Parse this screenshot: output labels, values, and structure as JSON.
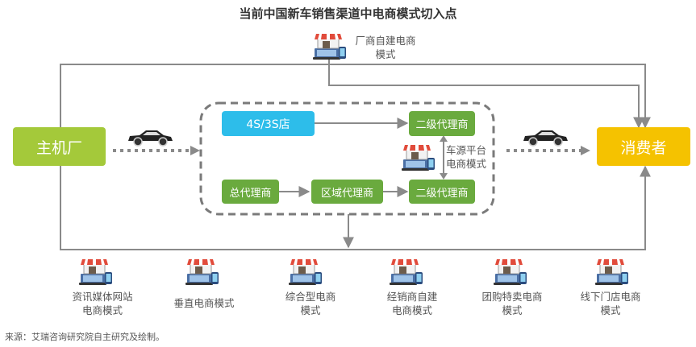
{
  "title": "当前中国新车销售渠道中电商模式切入点",
  "source": "来源：艾瑞咨询研究院自主研究及绘制。",
  "nodes": {
    "manufacturer": "主机厂",
    "consumer": "消费者",
    "store_4s": "4S/3S店",
    "dealer_top": "二级代理商",
    "general_agent": "总代理商",
    "regional_agent": "区域代理商",
    "dealer_bottom": "二级代理商"
  },
  "top_model": {
    "line1": "厂商自建电商",
    "line2": "模式"
  },
  "platform_model": {
    "line1": "车源平台",
    "line2": "电商模式"
  },
  "bottom_models": [
    {
      "line1": "资讯媒体网站",
      "line2": "电商模式"
    },
    {
      "line1": "垂直电商模式",
      "line2": ""
    },
    {
      "line1": "综合型电商",
      "line2": "模式"
    },
    {
      "line1": "经销商自建",
      "line2": "电商模式"
    },
    {
      "line1": "团购特卖电商",
      "line2": "模式"
    },
    {
      "line1": "线下门店电商",
      "line2": "模式"
    }
  ],
  "colors": {
    "green_main": "#a4c93a",
    "green_node": "#6aaa3e",
    "blue_node": "#2dbdea",
    "consumer": "#f5c200",
    "line": "#8a8a8a"
  },
  "icons": {
    "shop": "shop-laptop-icon",
    "car": "car-icon"
  }
}
